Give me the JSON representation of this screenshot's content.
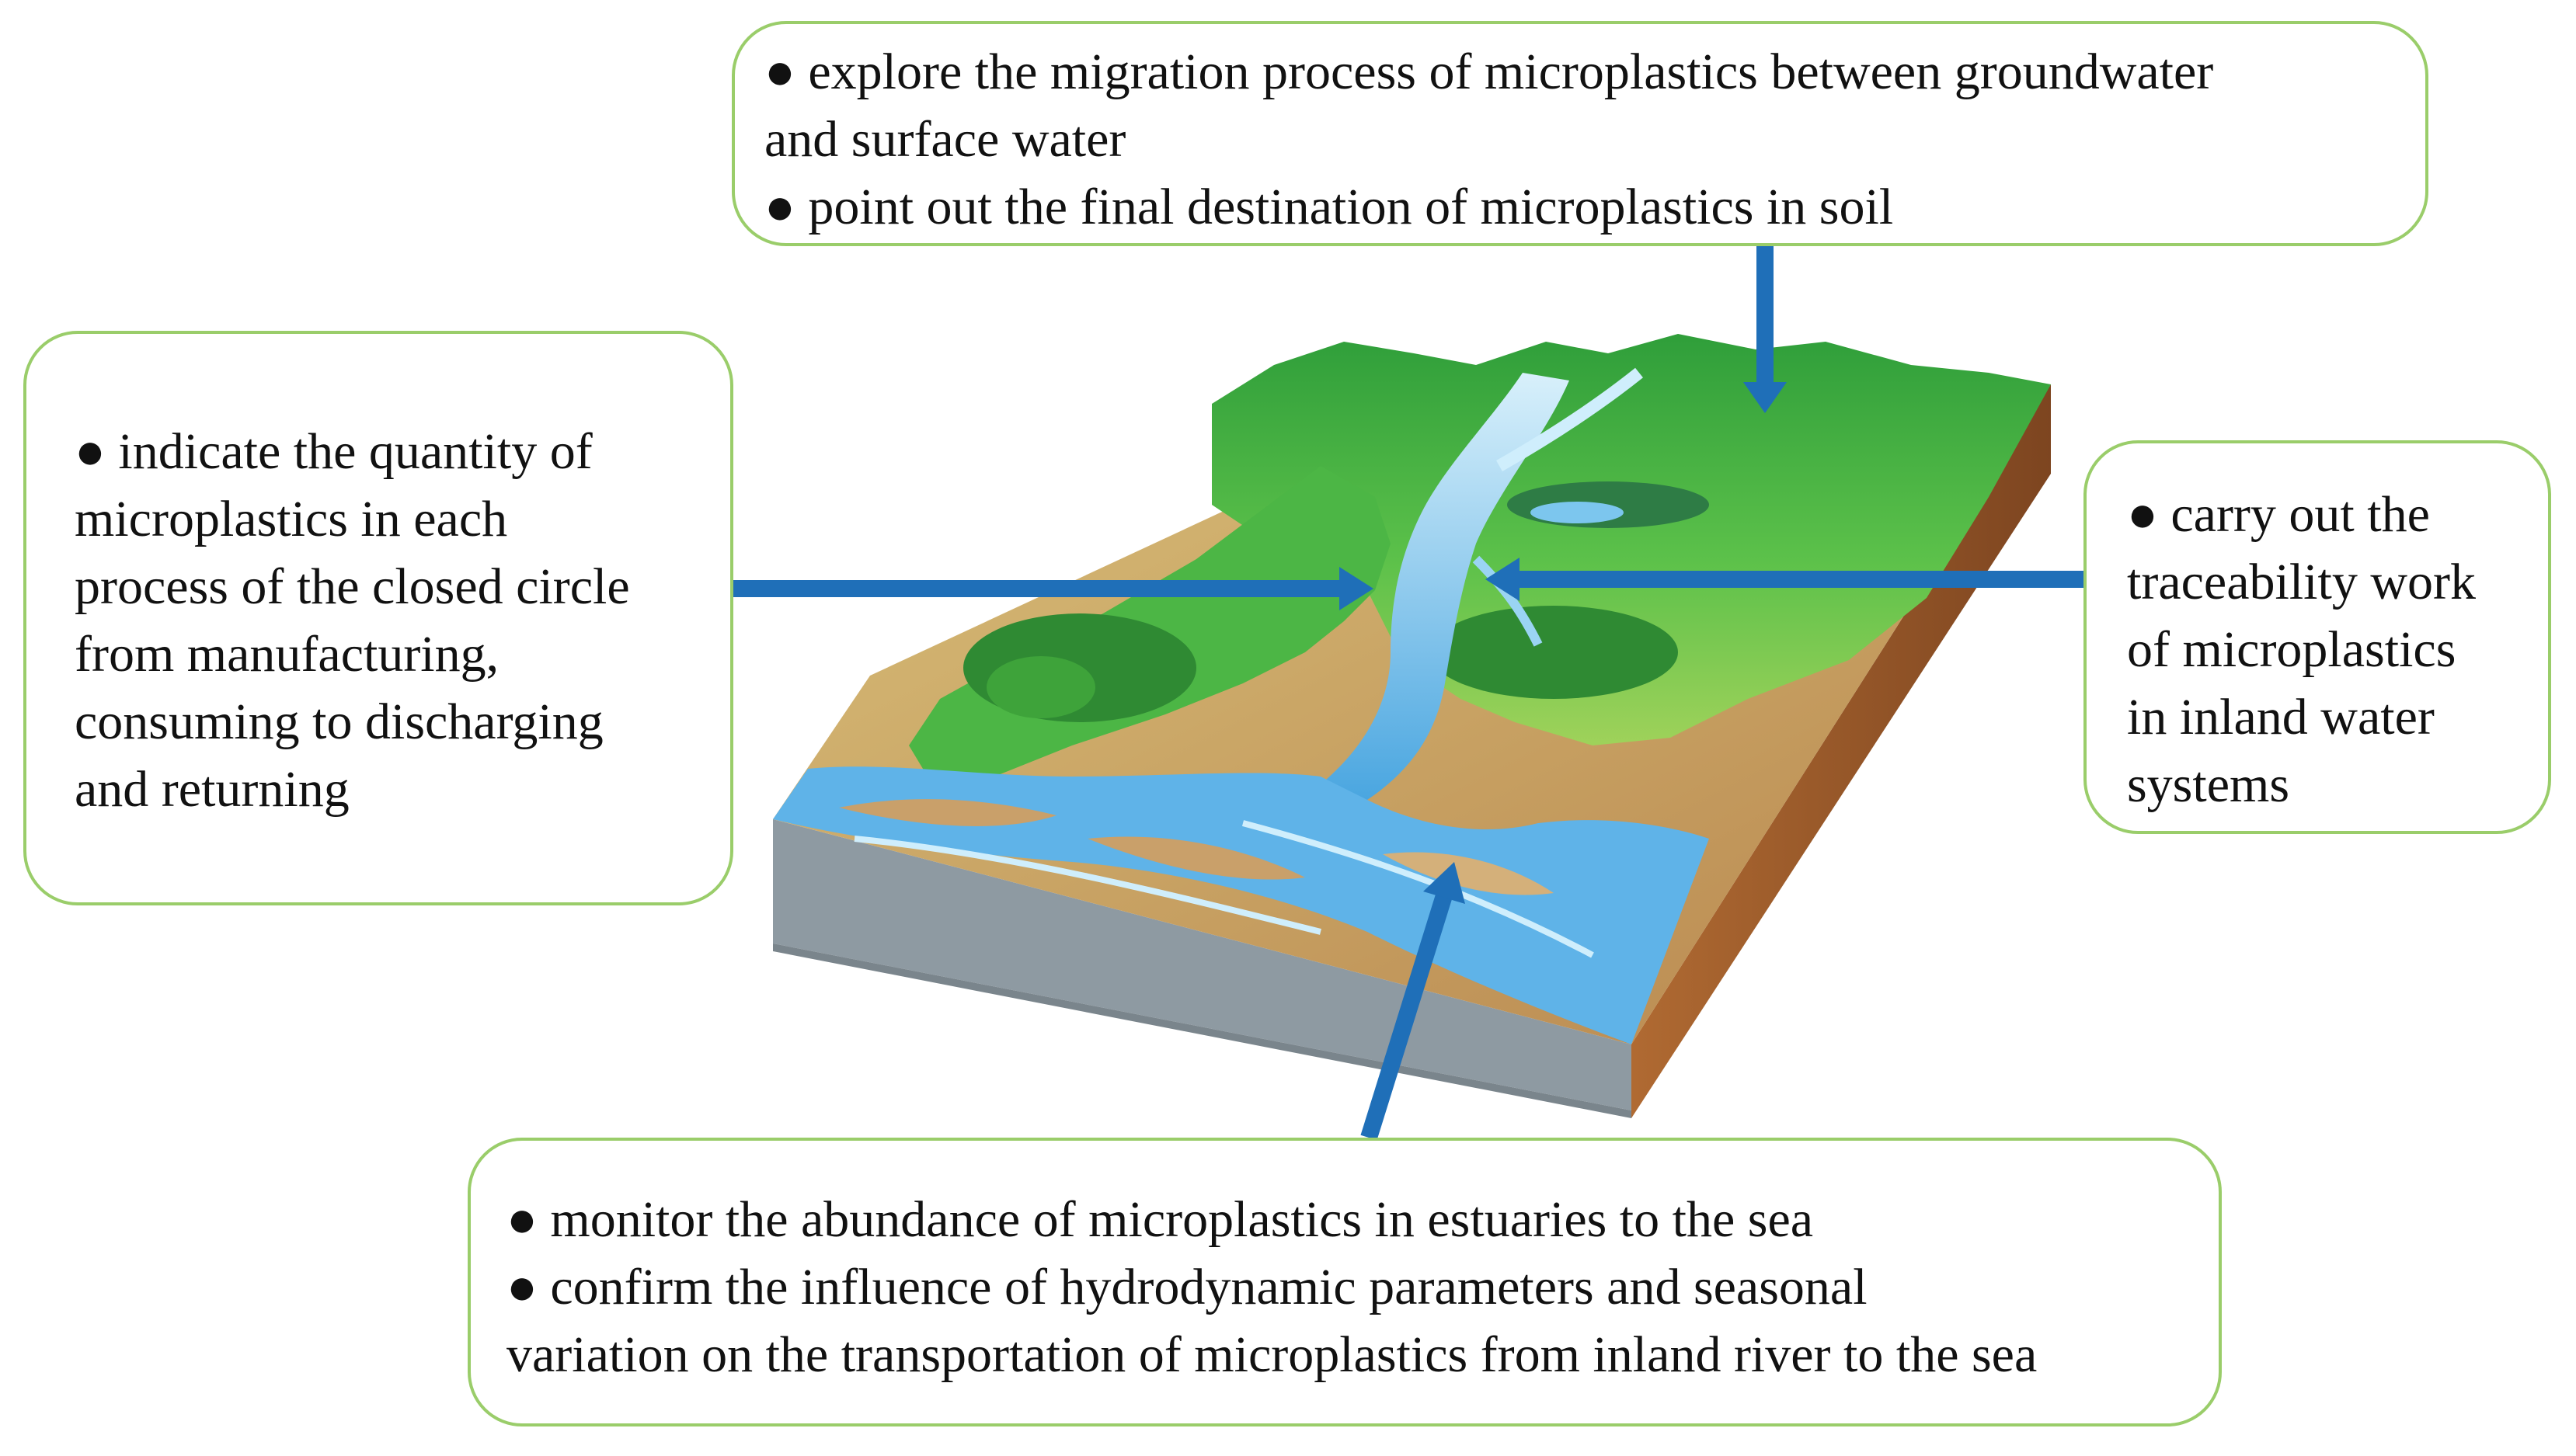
{
  "callouts": {
    "top": {
      "lines": [
        "● explore the migration process of microplastics between groundwater",
        "and surface water",
        "● point out the final destination of microplastics in soil"
      ]
    },
    "left": {
      "lines": [
        "● indicate the quantity of",
        "microplastics in each",
        "process of the closed circle",
        "from manufacturing,",
        "consuming to discharging",
        "and returning"
      ]
    },
    "right": {
      "lines": [
        "● carry out the",
        "traceability work",
        "of microplastics",
        "in inland water",
        "systems"
      ]
    },
    "bottom": {
      "lines": [
        "● monitor the abundance of microplastics in estuaries to the sea",
        "● confirm the influence of hydrodynamic parameters and seasonal",
        "variation on the transportation of microplastics from inland river to the sea"
      ]
    }
  },
  "colors": {
    "arrow": "#1f6fb8",
    "callout_border": "#9acd6a",
    "land_green": "#3fae3a",
    "river": "#7cc6ee",
    "sand": "#c9a06a",
    "soil_side": "#9a5a2a",
    "slab_side": "#8e9aa2"
  },
  "icons": {
    "bullet": "black-circle-bullet",
    "arrows": "blue-arrow"
  }
}
